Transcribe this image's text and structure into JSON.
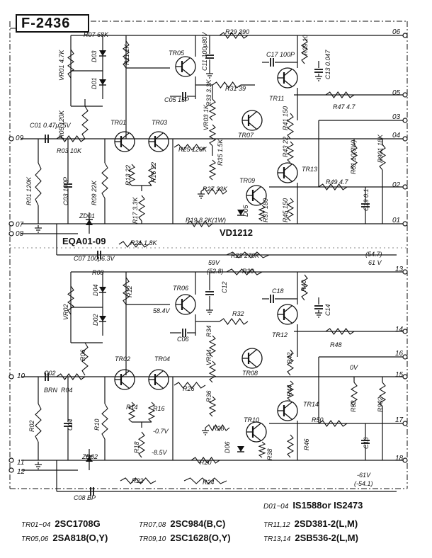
{
  "title": "F-2436",
  "upper": {
    "terminals": [
      "06",
      "05",
      "03",
      "04",
      "02",
      "01",
      "09",
      "07",
      "08"
    ],
    "transistors": [
      "TR05",
      "TR01",
      "TR03",
      "TR11",
      "TR07",
      "TR09",
      "TR13"
    ],
    "components": {
      "R07": "R07 68K",
      "R11": "R11 1K",
      "VR01": "VR01 4.7K",
      "D03": "D03",
      "D01": "D01",
      "R05": "R05 120K",
      "C01": "C01 0.47μ25V",
      "R03": "R03 10K",
      "R01": "R01 120K",
      "C03": "C03 100P",
      "R09": "R09 22K",
      "R13": "R13 22",
      "R15": "R15 22",
      "R17": "R17 3.3K",
      "ZD01": "ZD01",
      "R21": "R21 1.8K",
      "C07": "C07 100μ6.3V",
      "R29": "R29 390",
      "C11": "C11 100μ80V",
      "C05": "C05 15P",
      "R31": "R31 39",
      "R33": "R33 3.3K",
      "VR03": "VR03 1K",
      "R25": "R25 120K",
      "R35": "R35 1.5K",
      "R27": "R27 33K",
      "D05": "D05",
      "R19": "R19 8.2K(1W)",
      "R37": "R37 180",
      "R23": "R23 270K",
      "C17": "C17 100P",
      "R39": "R39 10",
      "C13": "C13 0.047",
      "R47": "R47 4.7",
      "R41": "R41 150",
      "R43": "R43 22",
      "R49": "R49 4.7",
      "R51": "R51 10(3W)",
      "R901": "R901 18K",
      "C19": "C19 0.1",
      "R45": "R45 150"
    },
    "zener_part": "EQA01-09",
    "diode_part": "VD1212"
  },
  "lower": {
    "terminals": [
      "13",
      "14",
      "16",
      "15",
      "17",
      "18",
      "10",
      "11",
      "12"
    ],
    "transistors": [
      "TR06",
      "TR02",
      "TR04",
      "TR12",
      "TR08",
      "TR10",
      "TR14"
    ],
    "components": {
      "R08": "R08",
      "VR02": "VR02",
      "D04": "D04",
      "D02": "D02",
      "R12": "R12",
      "R06": "R06",
      "C02": "C02",
      "BRN": "BRN",
      "R04": "R04",
      "R02": "R02",
      "C04": "C04",
      "R10": "R10",
      "R14": "R14",
      "R16": "R16",
      "R18": "R18",
      "ZD02": "ZD02",
      "R22": "R22",
      "C08": "C08 BP",
      "C12": "C12",
      "C06": "C06",
      "R30": "R30",
      "R32": "R32",
      "R34": "R34",
      "VR04": "VR04",
      "R26": "R26",
      "R36": "R36",
      "R28": "R28",
      "D06": "D06",
      "R38": "R38",
      "R20": "R20",
      "R24": "R24",
      "C18": "C18",
      "R40": "R40",
      "C14": "C14",
      "R42": "R42",
      "R48": "R48",
      "R44": "R44",
      "R50": "R50",
      "R52": "R52",
      "R902": "R902",
      "C16": "C16",
      "R46": "R46"
    },
    "voltages": {
      "v59": "59V",
      "v528": "(52.8)",
      "v584": "58.4V",
      "v547": "(54.7)",
      "v61": "61 V",
      "v0": "0V",
      "vm07": "-0.7V",
      "vm85": "-8.5V",
      "vm61": "-61V",
      "vm541": "(-54.1)"
    }
  },
  "legend": [
    {
      "key": "TR01~04",
      "part": "2SC1708G"
    },
    {
      "key": "TR05,06",
      "part": "2SA818(O,Y)"
    },
    {
      "key": "TR07,08",
      "part": "2SC984(B,C)"
    },
    {
      "key": "TR09,10",
      "part": "2SC1628(O,Y)"
    },
    {
      "key": "TR11,12",
      "part": "2SD381-2(L,M)"
    },
    {
      "key": "TR13,14",
      "part": "2SB536-2(L,M)"
    },
    {
      "key": "D01~04",
      "part": "IS1588or IS2473"
    }
  ]
}
